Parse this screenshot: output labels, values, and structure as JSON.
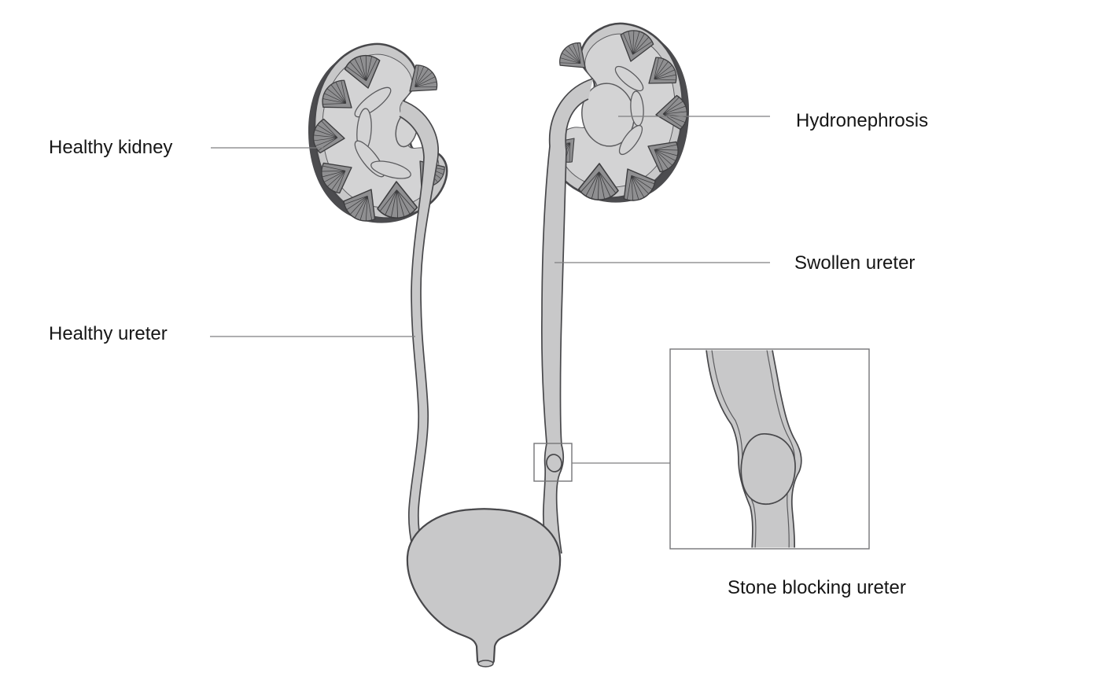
{
  "labels": {
    "healthy_kidney": "Healthy kidney",
    "healthy_ureter": "Healthy ureter",
    "hydronephrosis": "Hydronephrosis",
    "swollen_ureter": "Swollen ureter",
    "stone_blocking_ureter": "Stone blocking ureter"
  },
  "palette": {
    "background": "#ffffff",
    "body_fill": "#c8c8c9",
    "body_fill_light": "#d3d3d4",
    "pyramid_fill": "#8f8f91",
    "pyramid_outline": "#3d3d3f",
    "outline": "#48484b",
    "outline_soft": "#5b5b5e",
    "shadow": "#4c4c4f",
    "leader_line": "#7f7f81",
    "box_line": "#757577",
    "label_text": "#161616"
  }
}
